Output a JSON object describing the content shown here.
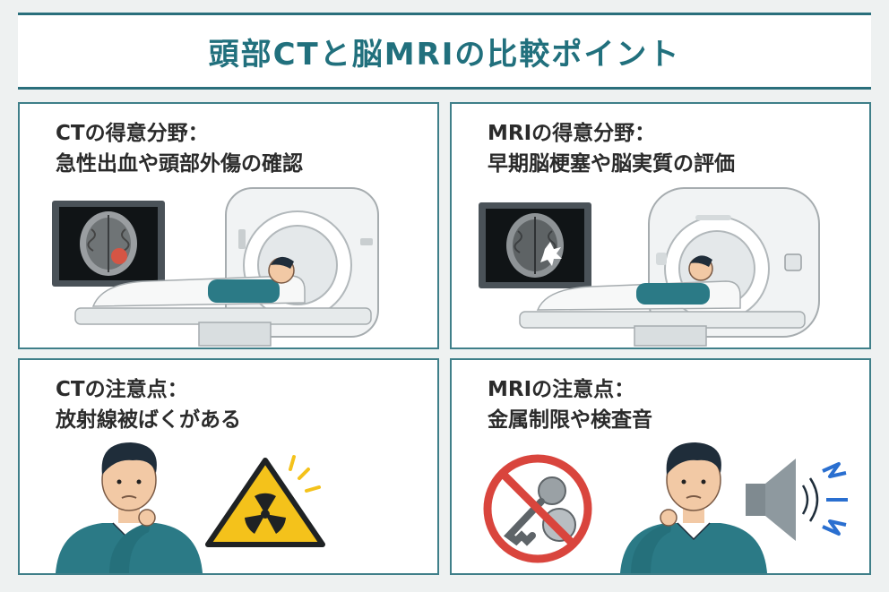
{
  "title": "頭部CTと脳MRIの比較ポイント",
  "colors": {
    "accent": "#2a6f7c",
    "panel_border": "#3f7f89",
    "shirt": "#2b7a86",
    "hazard_yellow": "#f4c21b",
    "prohibit_red": "#d9453d"
  },
  "panels": {
    "ct_strength": {
      "heading": "CTの得意分野：",
      "text": "急性出血や頭部外傷の確認"
    },
    "mri_strength": {
      "heading": "MRIの得意分野：",
      "text": "早期脳梗塞や脳実質の評価"
    },
    "ct_caution": {
      "heading": "CTの注意点：",
      "text": "放射線被ばくがある"
    },
    "mri_caution": {
      "heading": "MRIの注意点：",
      "text": "金属制限や検査音"
    }
  },
  "icons": {
    "ct_brain_image": "brain-scan-hemorrhage-icon",
    "ct_scanner": "ct-scanner-icon",
    "mri_brain_image": "brain-scan-infarct-icon",
    "mri_scanner": "mri-scanner-icon",
    "thinking_person": "thinking-person-icon",
    "radiation": "radiation-warning-icon",
    "no_metal": "no-metal-keys-icon",
    "speaker": "loud-speaker-icon"
  }
}
